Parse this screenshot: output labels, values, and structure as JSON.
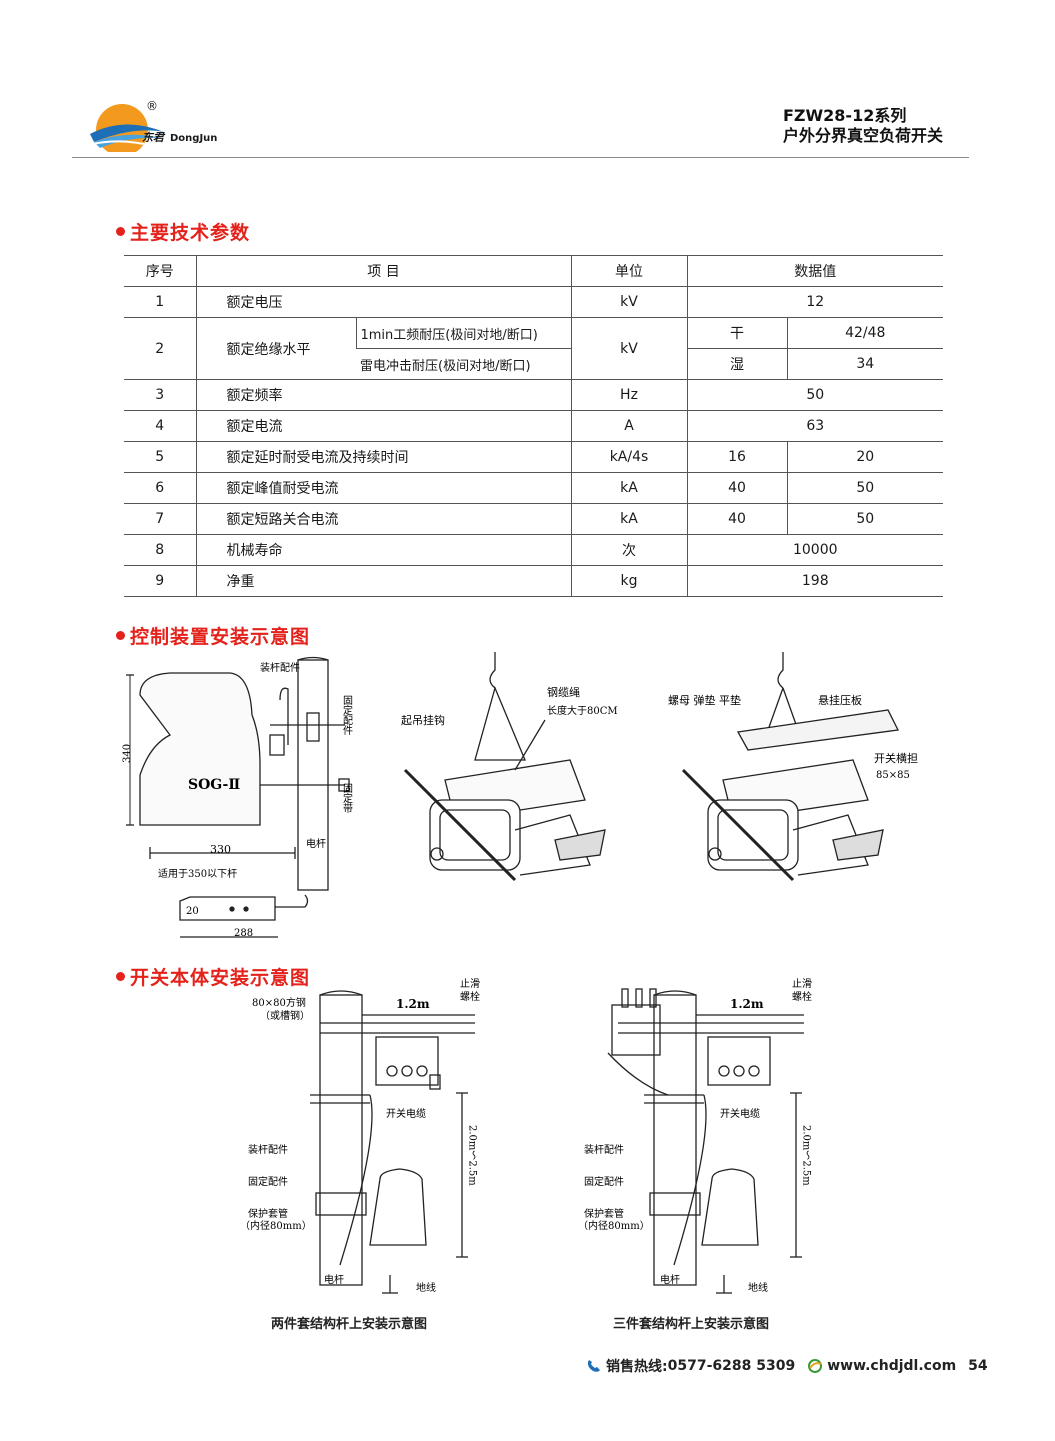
{
  "header": {
    "brand_cn": "东君",
    "brand_en": "DongJun",
    "registered": "®",
    "series": "FZW28-12系列",
    "product": "户外分界真空负荷开关"
  },
  "section1": {
    "title": "主要技术参数"
  },
  "table": {
    "headers": {
      "no": "序号",
      "item": "项  目",
      "unit": "单位",
      "value": "数据值"
    },
    "rows": [
      {
        "no": "1",
        "item": "额定电压",
        "unit": "kV",
        "value": "12"
      },
      {
        "no": "2",
        "item": "额定绝缘水平",
        "sub1": "1min工频耐压(极间对地/断口)",
        "sub2": "雷电冲击耐压(极间对地/断口)",
        "unit": "kV",
        "cond1": "干",
        "val1": "42/48",
        "cond2": "湿",
        "val2": "34"
      },
      {
        "no": "3",
        "item": "额定频率",
        "unit": "Hz",
        "value": "50"
      },
      {
        "no": "4",
        "item": "额定电流",
        "unit": "A",
        "value": "63"
      },
      {
        "no": "5",
        "item": "额定延时耐受电流及持续时间",
        "unit": "kA/4s",
        "v1": "16",
        "v2": "20"
      },
      {
        "no": "6",
        "item": "额定峰值耐受电流",
        "unit": "kA",
        "v1": "40",
        "v2": "50"
      },
      {
        "no": "7",
        "item": "额定短路关合电流",
        "unit": "kA",
        "v1": "40",
        "v2": "50"
      },
      {
        "no": "8",
        "item": "机械寿命",
        "unit": "次",
        "value": "10000"
      },
      {
        "no": "9",
        "item": "净重",
        "unit": "kg",
        "value": "198"
      }
    ]
  },
  "section2": {
    "title": "控制装置安装示意图"
  },
  "control_drawing": {
    "dim_height": "340",
    "dim_width": "330",
    "box_label": "SOG-Ⅱ",
    "pole_fitting": "装杆配件",
    "fix_fitting": "固定配件",
    "fix_strap": "固定带",
    "pole": "电杆",
    "applicable": "适用于350以下杆",
    "bracket_h": "20",
    "bracket_w": "288"
  },
  "lifting_drawing": {
    "hook": "起吊挂钩",
    "cable": "钢缆绳",
    "cable_len": "长度大于80CM"
  },
  "mount_drawing": {
    "nut": "螺母 弹垫 平垫",
    "plate": "悬挂压板",
    "crossarm": "开关横担",
    "crossarm_size": "85×85"
  },
  "section3": {
    "title": "开关本体安装示意图"
  },
  "body_drawing_left": {
    "steel": "80×80方钢",
    "steel_alt": "（或槽钢）",
    "span": "1.2m",
    "anti_slip": "止滑",
    "bolt": "螺栓",
    "switch_cable": "开关电缆",
    "pole_fitting": "装杆配件",
    "fix_fitting": "固定配件",
    "protect_pipe": "保护套管",
    "pipe_dia": "（内径80mm）",
    "height": "2.0m～2.5m",
    "pole": "电杆",
    "ground": "地线",
    "caption": "两件套结构杆上安装示意图"
  },
  "body_drawing_right": {
    "span": "1.2m",
    "anti_slip": "止滑",
    "bolt": "螺栓",
    "switch_cable": "开关电缆",
    "pole_fitting": "装杆配件",
    "fix_fitting": "固定配件",
    "protect_pipe": "保护套管",
    "pipe_dia": "（内径80mm）",
    "height": "2.0m～2.5m",
    "pole": "电杆",
    "ground": "地线",
    "caption": "三件套结构杆上安装示意图"
  },
  "footer": {
    "hotline_label": "销售热线:",
    "hotline": "0577-6288  5309",
    "website": "www.chdjdl.com",
    "page": "54"
  },
  "colors": {
    "accent": "#e4221b",
    "logo_orange": "#f39a1e",
    "logo_blue": "#1e6fb5"
  }
}
